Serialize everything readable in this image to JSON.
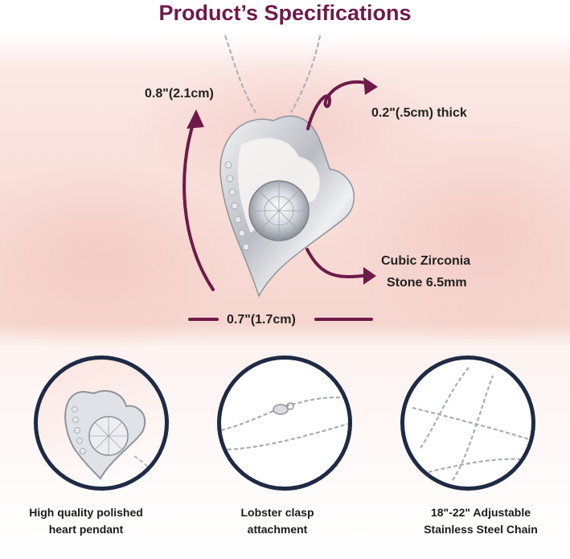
{
  "title": "Product’s Specifications",
  "dimensions": {
    "height": "0.8\"(2.1cm)",
    "thickness": "0.2\"(.5cm) thick",
    "stone_line1": "Cubic Zirconia",
    "stone_line2": "Stone 6.5mm",
    "width": "0.7\"(1.7cm)"
  },
  "features": [
    {
      "line1": "High quality polished",
      "line2": "heart pendant"
    },
    {
      "line1": "Lobster clasp",
      "line2": "attachment"
    },
    {
      "line1": "18\"-22\" Adjustable",
      "line2": "Stainless Steel Chain"
    }
  ],
  "colors": {
    "accent": "#6e1a4a",
    "ring": "#1f2a44",
    "silver": "#c9ccd2"
  }
}
